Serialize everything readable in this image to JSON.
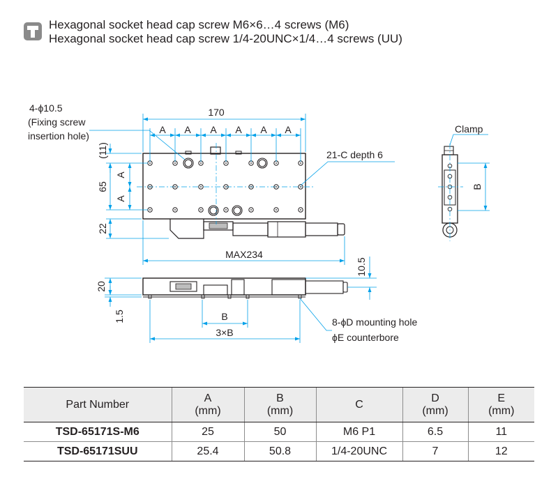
{
  "header": {
    "icon": "screw-icon",
    "line1": "Hexagonal socket head cap screw M6×6…4 screws (M6)",
    "line2": "Hexagonal socket head cap screw 1/4-20UNC×1/4…4 screws (UU)"
  },
  "drawing": {
    "hole_label": "4-ϕ10.5",
    "hole_note1": "(Fixing screw",
    "hole_note2": "insertion hole)",
    "dim_170": "170",
    "dim_a": "A",
    "dim_11": "(11)",
    "dim_65": "65",
    "dim_22": "22",
    "tap_label": "21-C depth 6",
    "dim_max": "MAX234",
    "clamp_label": "Clamp",
    "dim_b": "B",
    "dim_10_5": "10.5",
    "dim_20": "20",
    "dim_1_5": "1.5",
    "dim_3b": "3×B",
    "mount_label": "8-ϕD mounting hole",
    "cbore_label": "ϕE counterbore"
  },
  "table": {
    "headers": [
      {
        "line1": "Part Number",
        "line2": ""
      },
      {
        "line1": "A",
        "line2": "(mm)"
      },
      {
        "line1": "B",
        "line2": "(mm)"
      },
      {
        "line1": "C",
        "line2": ""
      },
      {
        "line1": "D",
        "line2": "(mm)"
      },
      {
        "line1": "E",
        "line2": "(mm)"
      }
    ],
    "rows": [
      [
        "TSD-65171S-M6",
        "25",
        "50",
        "M6 P1",
        "6.5",
        "11"
      ],
      [
        "TSD-65171SUU",
        "25.4",
        "50.8",
        "1/4-20UNC",
        "7",
        "12"
      ]
    ]
  }
}
